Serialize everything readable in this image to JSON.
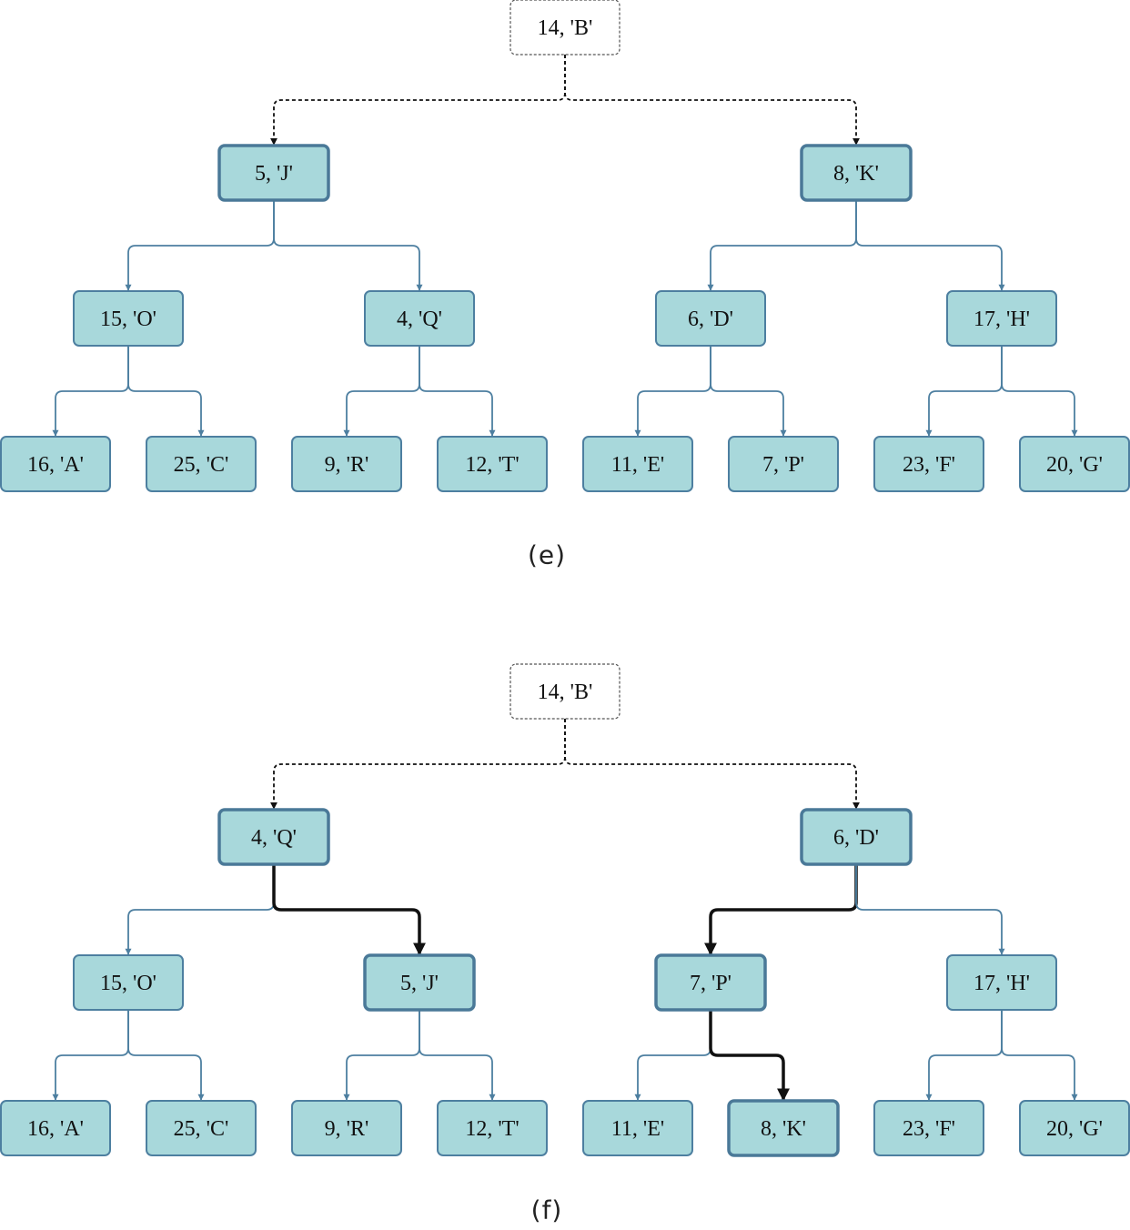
{
  "diagrams": [
    {
      "caption": "(e)",
      "nodes": {
        "root": "14, 'B'",
        "l": "5, 'J'",
        "r": "8, 'K'",
        "ll": "15, 'O'",
        "lr": "4, 'Q'",
        "rl": "6, 'D'",
        "rr": "17, 'H'",
        "lll": "16, 'A'",
        "llr": "25, 'C'",
        "lrl": "9, 'R'",
        "lrr": "12, 'T'",
        "rll": "11, 'E'",
        "rlr": "7, 'P'",
        "rrl": "23, 'F'",
        "rrr": "20, 'G'"
      },
      "highlighted": [
        "l",
        "r"
      ],
      "highlighted_edges": []
    },
    {
      "caption": "(f)",
      "nodes": {
        "root": "14, 'B'",
        "l": "4, 'Q'",
        "r": "6, 'D'",
        "ll": "15, 'O'",
        "lr": "5, 'J'",
        "rl": "7, 'P'",
        "rr": "17, 'H'",
        "lll": "16, 'A'",
        "llr": "25, 'C'",
        "lrl": "9, 'R'",
        "lrr": "12, 'T'",
        "rll": "11, 'E'",
        "rlr": "8, 'K'",
        "rrl": "23, 'F'",
        "rrr": "20, 'G'"
      },
      "highlighted": [
        "l",
        "r",
        "lr",
        "rl",
        "rlr"
      ],
      "highlighted_edges": [
        "lr",
        "rl",
        "rlr"
      ]
    }
  ]
}
